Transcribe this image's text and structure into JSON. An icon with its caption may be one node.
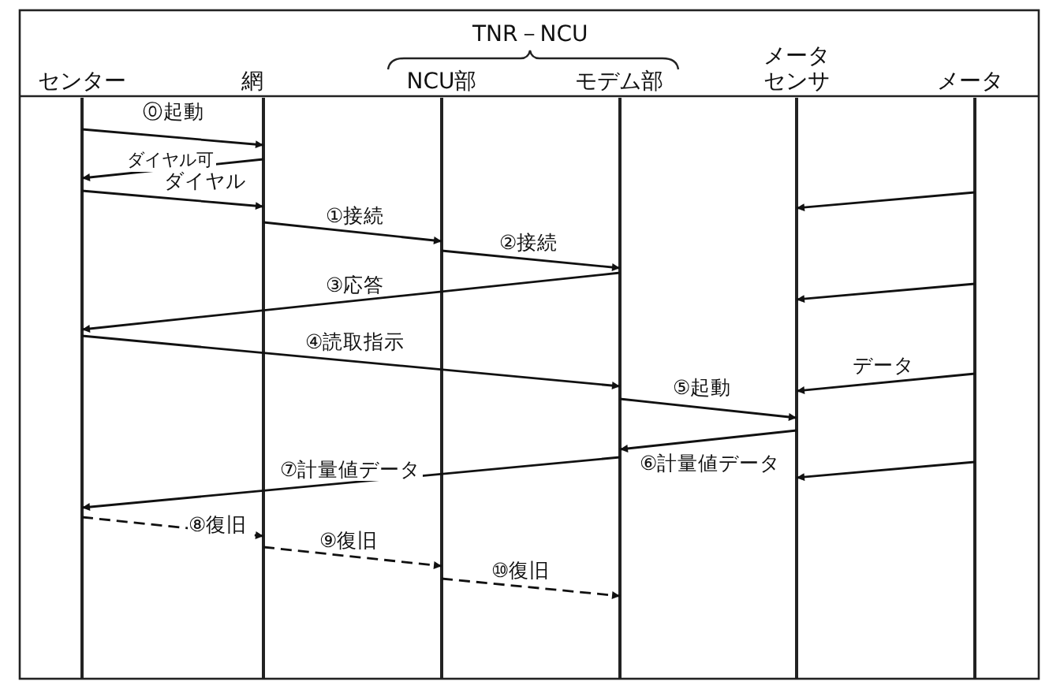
{
  "diagram": {
    "nodes": [
      {
        "text": [
          "センター"
        ]
      },
      {
        "text": [
          "網"
        ]
      },
      {
        "text": [
          "NCU部"
        ]
      },
      {
        "text": [
          "モデム部"
        ]
      },
      {
        "text": [
          "メータセンサ"
        ]
      },
      {
        "text": [
          "メータ"
        ]
      }
    ],
    "edges": [
      {
        "from": 0,
        "to": 1,
        "arrow": "to",
        "label": "⓪起動"
      },
      {
        "from": 1,
        "to": 0,
        "arrow": "to",
        "label": "ダイヤル可"
      },
      {
        "from": 0,
        "to": 1,
        "arrow": "to",
        "label": "ダイヤル"
      },
      {
        "from": 1,
        "to": 2,
        "arrow": "to",
        "label": "①接続"
      },
      {
        "from": 2,
        "to": 3,
        "arrow": "to",
        "label": "②接続"
      },
      {
        "from": 3,
        "to": 0,
        "arrow": "to",
        "label": "③応答"
      },
      {
        "from": 0,
        "to": 3,
        "arrow": "to",
        "label": "④読取指示"
      },
      {
        "from": 5,
        "to": 4,
        "arrow": "to"
      },
      {
        "from": 5,
        "to": 4,
        "arrow": "to"
      },
      {
        "from": 5,
        "to": 4,
        "arrow": "to",
        "label": "データ"
      },
      {
        "from": 3,
        "to": 4,
        "arrow": "to",
        "label": "⑤起動"
      },
      {
        "from": 4,
        "to": 3,
        "arrow": "to",
        "label": "⑥計量値データ"
      },
      {
        "from": 3,
        "to": 0,
        "arrow": "to",
        "label": "⑦計量値データ"
      },
      {
        "from": 5,
        "to": 4,
        "arrow": "to"
      },
      {
        "from": 0,
        "to": 1,
        "arrow": "to",
        "label": "⑧復旧",
        "style": "dashed"
      },
      {
        "from": 1,
        "to": 2,
        "arrow": "to",
        "label": "⑨復旧",
        "style": "dashed"
      },
      {
        "from": 2,
        "to": 3,
        "arrow": "to",
        "label": "⑩復旧",
        "style": "dashed"
      }
    ],
    "labels": [
      "TNR－NCU"
    ]
  }
}
